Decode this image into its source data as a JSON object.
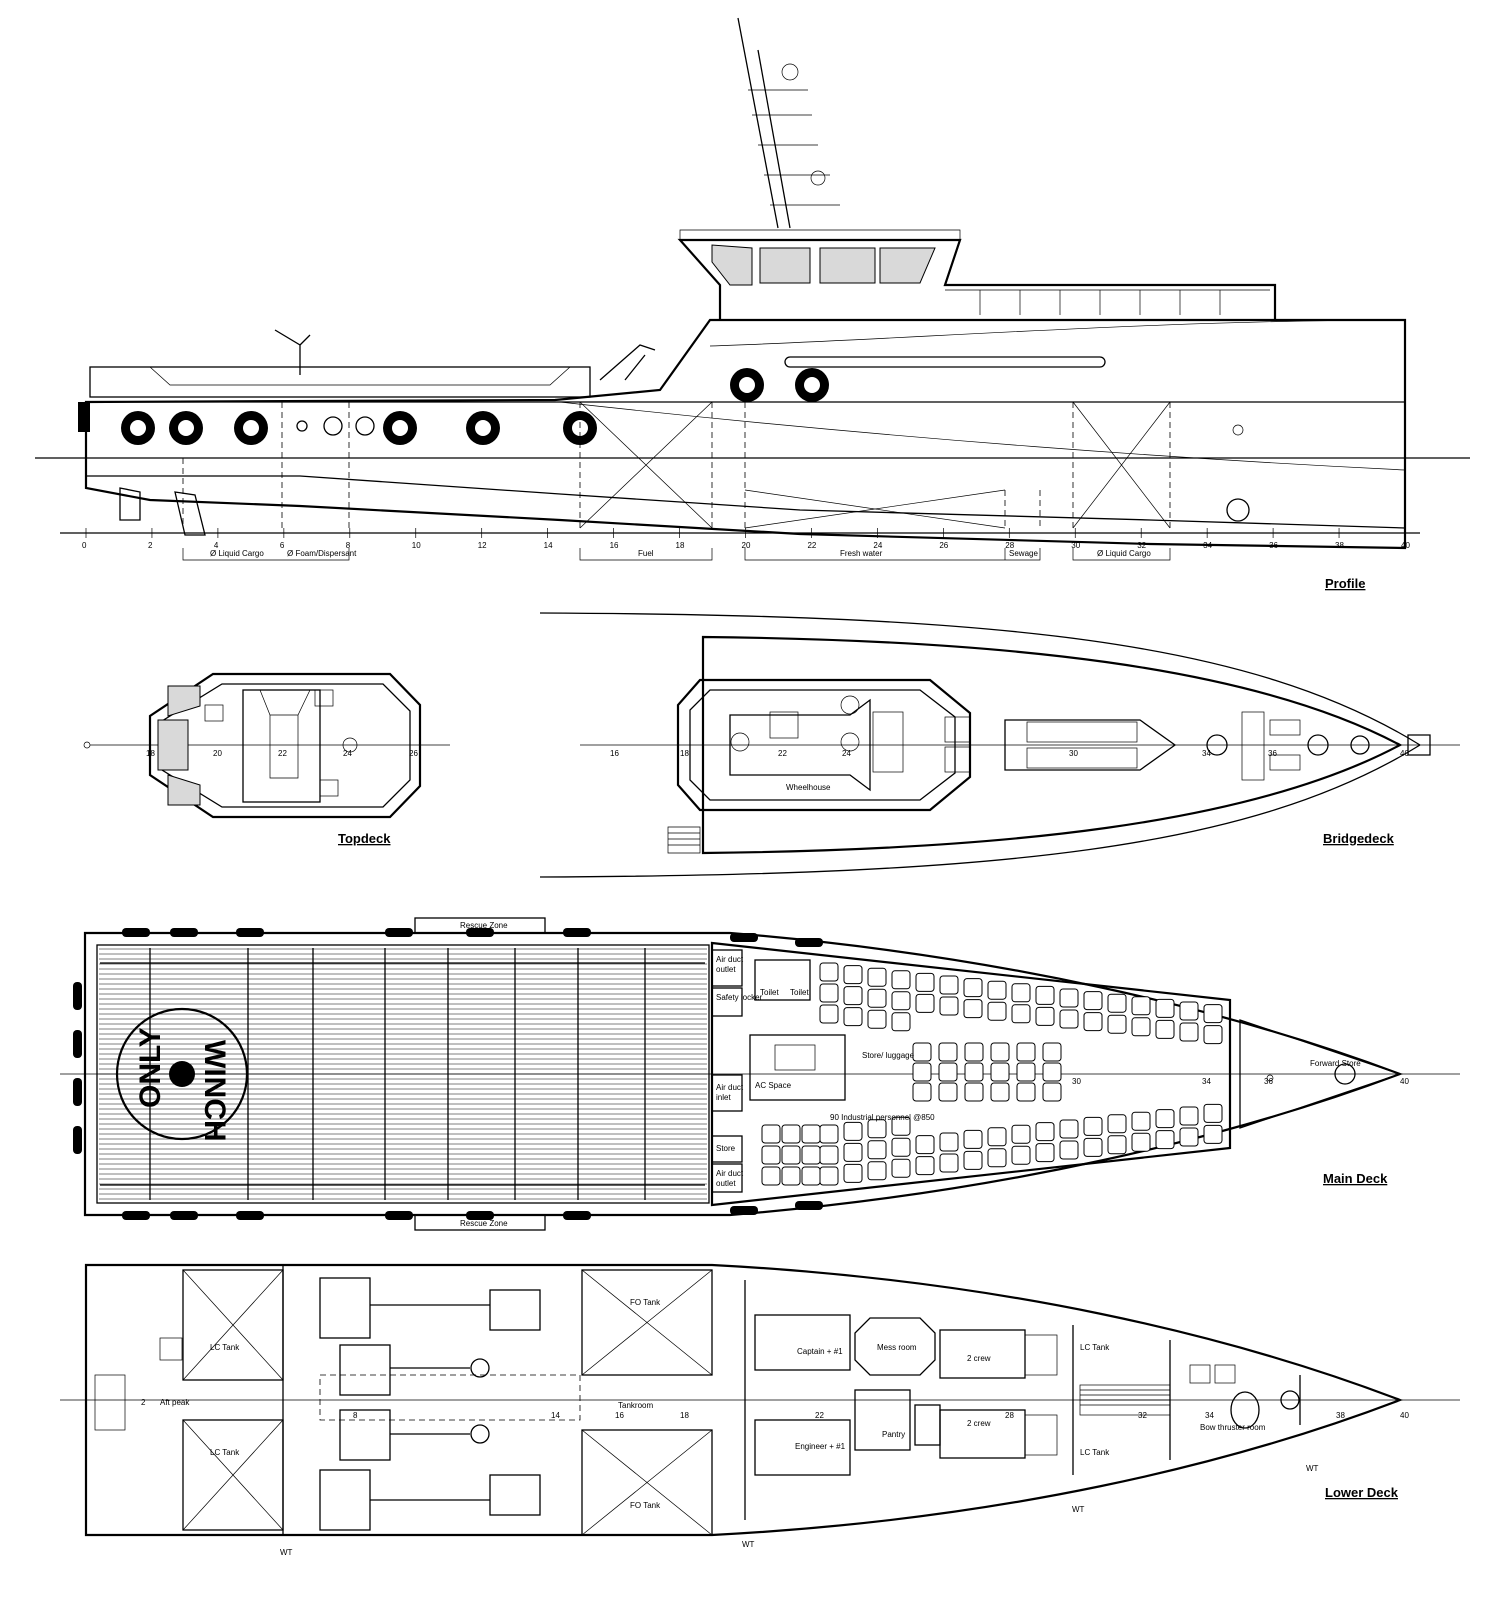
{
  "views": {
    "profile": "Profile",
    "topdeck": "Topdeck",
    "bridgedeck": "Bridgedeck",
    "main_deck": "Main Deck",
    "lower_deck": "Lower Deck"
  },
  "frame_numbers": [
    "0",
    "2",
    "4",
    "6",
    "8",
    "10",
    "12",
    "14",
    "16",
    "18",
    "20",
    "22",
    "24",
    "26",
    "28",
    "30",
    "32",
    "34",
    "36",
    "38",
    "40"
  ],
  "profile_tanks": {
    "liquid_cargo_aft": "Ø Liquid Cargo",
    "foam": "Ø Foam/Dispersant",
    "fuel": "Fuel",
    "fresh_water": "Fresh water",
    "sewage": "Sewage",
    "liquid_cargo_fwd": "Ø Liquid Cargo"
  },
  "bridgedeck": {
    "wheelhouse": "Wheelhouse"
  },
  "main_deck": {
    "rescue_zone_top": "Rescue Zone",
    "rescue_zone_bottom": "Rescue Zone",
    "winch_text": "WINCH",
    "only_text": "ONLY",
    "air_duct_top": "Air duct",
    "air_duct_top_sub": "outlet",
    "safety_locker": "Safety locker",
    "toilet_1": "Toilet",
    "toilet_2": "Toilet",
    "air_duct_mid": "Air duct",
    "air_duct_mid_sub": "inlet",
    "ac_space": "AC Space",
    "store_luggage": "Store/ luggage",
    "store": "Store",
    "air_duct_bottom": "Air duct",
    "air_duct_bottom_sub": "outlet",
    "personnel": "90 Industrial personnel @850",
    "forward_store": "Forward Store"
  },
  "lower_deck": {
    "lc_tank_aft_1": "LC Tank",
    "lc_tank_aft_2": "LC Tank",
    "aft_peak": "Aft peak",
    "fo_tank_1": "FO Tank",
    "fo_tank_2": "FO Tank",
    "tankroom": "Tankroom",
    "captain": "Captain + #1",
    "engineer": "Engineer + #1",
    "mess_room": "Mess room",
    "pantry": "Pantry",
    "crew_1": "2 crew",
    "crew_2": "2 crew",
    "lc_tank_fwd_1": "LC Tank",
    "lc_tank_fwd_2": "LC Tank",
    "bow_thruster": "Bow thruster room",
    "wt_1": "WT",
    "wt_2": "WT",
    "wt_3": "WT",
    "wt_4": "WT"
  }
}
